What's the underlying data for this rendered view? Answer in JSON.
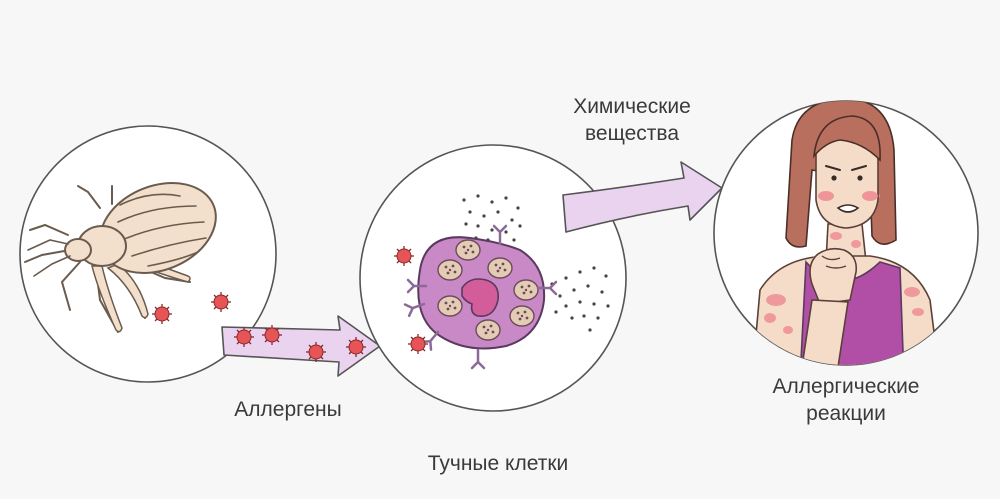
{
  "labels": {
    "allergens": "Аллергены",
    "mast_cells": "Тучные клетки",
    "chemicals_line1": "Химические",
    "chemicals_line2": "вещества",
    "reactions_line1": "Аллергические",
    "reactions_line2": "реакции"
  },
  "colors": {
    "background": "#f7f7f7",
    "circle_stroke": "#555555",
    "arrow_fill": "#ead3ef",
    "allergen_red": "#e65456",
    "mast_cell_purple": "#c889c6",
    "granule_tan": "#e3ccb3",
    "bug_tan": "#f2dfcc",
    "shirt_magenta": "#b14fa6",
    "rash_pink": "#ef8e96"
  },
  "icons": [
    "bed-bug-icon",
    "allergen-particle-icon",
    "mast-cell-icon",
    "chemical-dots-icon",
    "woman-with-rash-icon"
  ]
}
